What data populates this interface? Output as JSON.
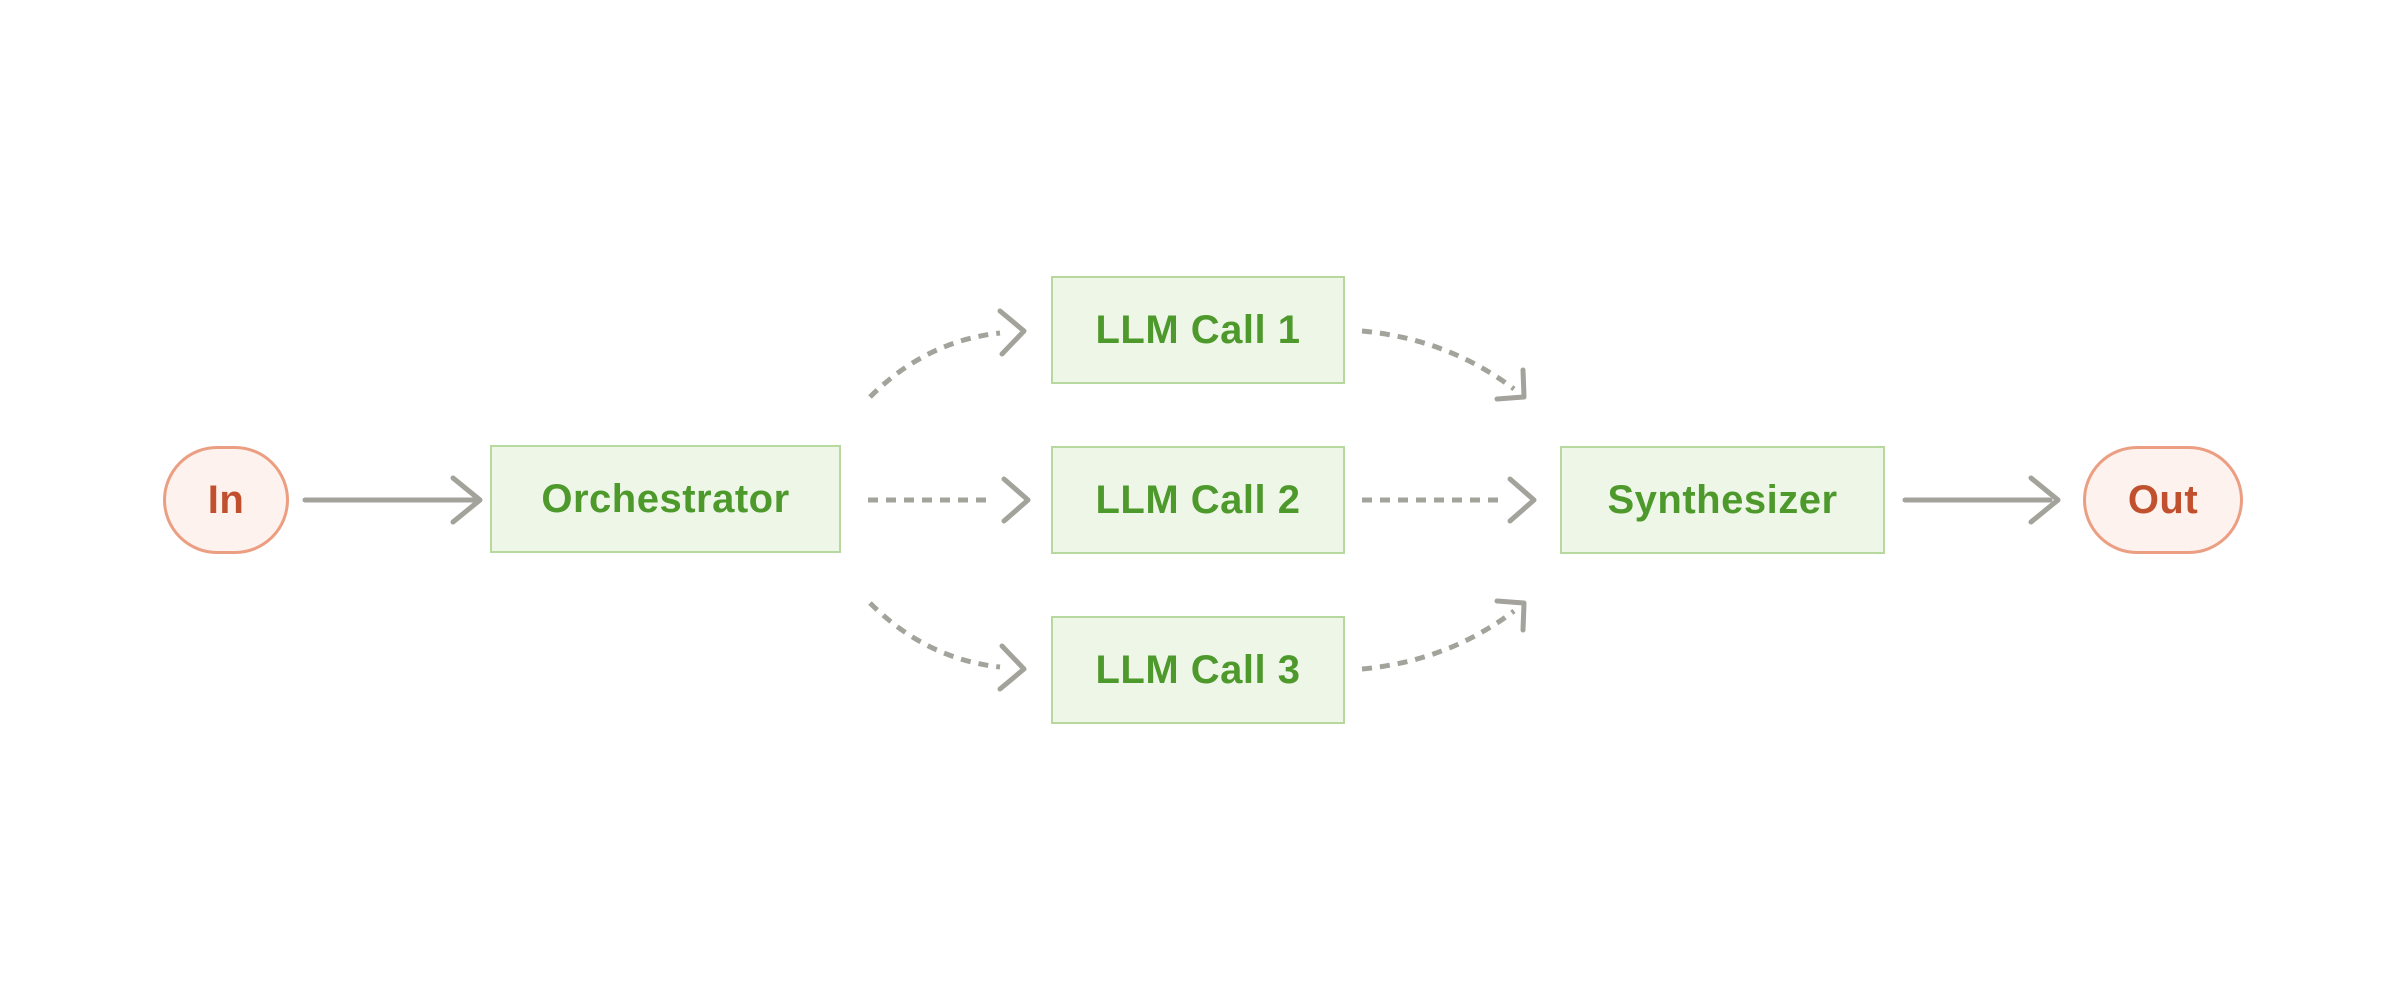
{
  "nodes": {
    "input": {
      "label": "In"
    },
    "orchestrator": {
      "label": "Orchestrator"
    },
    "llm_call_1": {
      "label": "LLM Call 1"
    },
    "llm_call_2": {
      "label": "LLM Call 2"
    },
    "llm_call_3": {
      "label": "LLM Call 3"
    },
    "synthesizer": {
      "label": "Synthesizer"
    },
    "output": {
      "label": "Out"
    }
  },
  "edges": [
    {
      "from": "In",
      "to": "Orchestrator",
      "style": "solid"
    },
    {
      "from": "Orchestrator",
      "to": "LLM Call 1",
      "style": "dashed"
    },
    {
      "from": "Orchestrator",
      "to": "LLM Call 2",
      "style": "dashed"
    },
    {
      "from": "Orchestrator",
      "to": "LLM Call 3",
      "style": "dashed"
    },
    {
      "from": "LLM Call 1",
      "to": "Synthesizer",
      "style": "dashed"
    },
    {
      "from": "LLM Call 2",
      "to": "Synthesizer",
      "style": "dashed"
    },
    {
      "from": "LLM Call 3",
      "to": "Synthesizer",
      "style": "dashed"
    },
    {
      "from": "Synthesizer",
      "to": "Out",
      "style": "solid"
    }
  ],
  "colors": {
    "green_fill": "#eef6e8",
    "green_border": "#b7d9a0",
    "green_text": "#4e992c",
    "red_fill": "#fdf2ed",
    "red_border": "#eb9e81",
    "red_text": "#c1512e",
    "arrow_gray": "#a3a39c",
    "background": "#ffffff"
  }
}
